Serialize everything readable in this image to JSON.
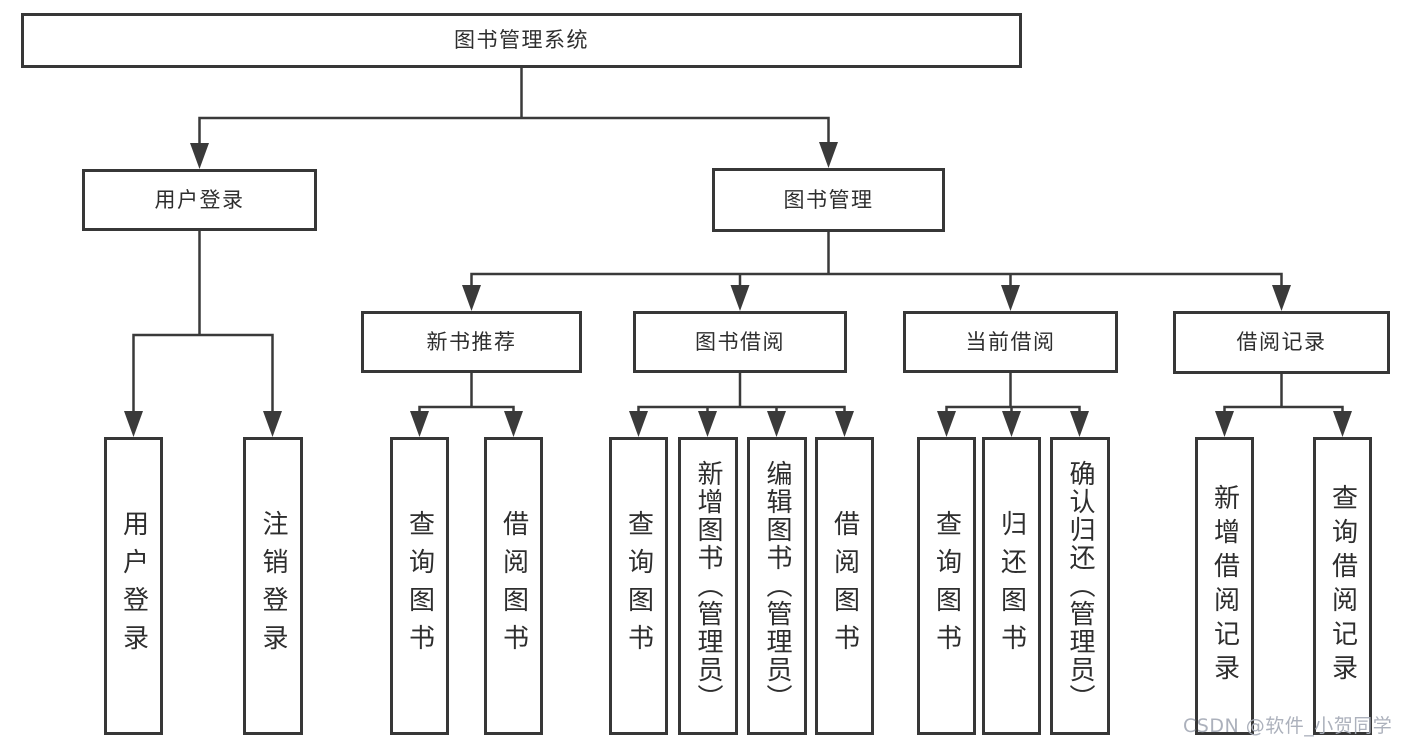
{
  "title": "图书管理系统",
  "watermark": "CSDN @软件_小贺同学",
  "nodes": {
    "root": "图书管理系统",
    "user_login": "用户登录",
    "book_mgmt": "图书管理",
    "new_book_rec": "新书推荐",
    "book_borrow": "图书借阅",
    "current_borrow": "当前借阅",
    "borrow_records": "借阅记录",
    "leaf_user_login": "用户登录",
    "leaf_logout": "注销登录",
    "rec_query_book": "查询图书",
    "rec_borrow_book": "借阅图书",
    "bb_query_book": "查询图书",
    "bb_add_book": "新增图书（管理员）",
    "bb_edit_book": "编辑图书（管理员）",
    "bb_borrow_book": "借阅图书",
    "cb_query_book": "查询图书",
    "cb_return_book": "归还图书",
    "cb_confirm_return": "确认归还（管理员）",
    "br_add_record": "新增借阅记录",
    "br_query_record": "查询借阅记录"
  },
  "hierarchy": {
    "图书管理系统": {
      "用户登录": [
        "用户登录",
        "注销登录"
      ],
      "图书管理": {
        "新书推荐": [
          "查询图书",
          "借阅图书"
        ],
        "图书借阅": [
          "查询图书",
          "新增图书（管理员）",
          "编辑图书（管理员）",
          "借阅图书"
        ],
        "当前借阅": [
          "查询图书",
          "归还图书",
          "确认归还（管理员）"
        ],
        "借阅记录": [
          "新增借阅记录",
          "查询借阅记录"
        ]
      }
    }
  },
  "colors": {
    "line": "#3a3a3a",
    "border": "#373737",
    "text": "#2e2e2e",
    "watermark": "#a8adb8",
    "background": "#ffffff"
  }
}
